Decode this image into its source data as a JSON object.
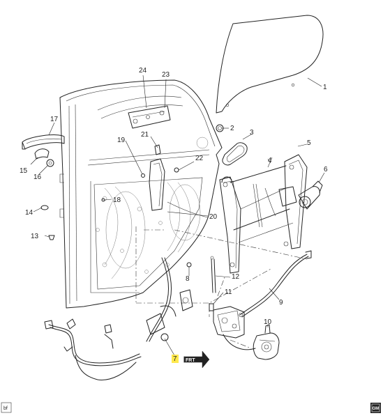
{
  "callouts": [
    {
      "id": "1",
      "text": "1"
    },
    {
      "id": "2",
      "text": "2"
    },
    {
      "id": "3",
      "text": "3"
    },
    {
      "id": "4",
      "text": "4"
    },
    {
      "id": "5",
      "text": "5"
    },
    {
      "id": "6",
      "text": "6"
    },
    {
      "id": "7",
      "text": "7",
      "highlighted": true
    },
    {
      "id": "8",
      "text": "8"
    },
    {
      "id": "9",
      "text": "9"
    },
    {
      "id": "10",
      "text": "10"
    },
    {
      "id": "11",
      "text": "11"
    },
    {
      "id": "12",
      "text": "12"
    },
    {
      "id": "13",
      "text": "13"
    },
    {
      "id": "14",
      "text": "14"
    },
    {
      "id": "15",
      "text": "15"
    },
    {
      "id": "16",
      "text": "16"
    },
    {
      "id": "17",
      "text": "17"
    },
    {
      "id": "18",
      "text": "18"
    },
    {
      "id": "19",
      "text": "19"
    },
    {
      "id": "20",
      "text": "20"
    },
    {
      "id": "21",
      "text": "21"
    },
    {
      "id": "22",
      "text": "22"
    },
    {
      "id": "23",
      "text": "23"
    },
    {
      "id": "24",
      "text": "24"
    }
  ],
  "front_arrow": "FRT",
  "corner_code": "bf",
  "logo_text": "GM",
  "colors": {
    "highlight": "#ffe94d",
    "line": "#222222",
    "background": "#ffffff"
  }
}
